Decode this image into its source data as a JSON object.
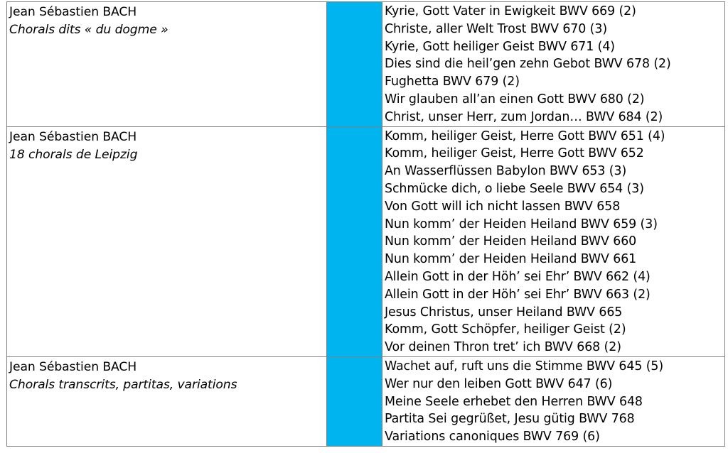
{
  "colors": {
    "accent_column": "#00b4f0",
    "border": "#7f7f7f",
    "text": "#000000"
  },
  "rows": [
    {
      "composer": "Jean Sébastien BACH",
      "collection": "Chorals dits « du dogme »",
      "works": [
        "Kyrie, Gott Vater in Ewigkeit BWV 669 (2)",
        "Christe, aller Welt Trost BWV 670 (3)",
        "Kyrie, Gott heiliger Geist BWV 671 (4)",
        "Dies sind die heil’gen zehn Gebot BWV 678 (2)",
        "Fughetta BWV 679 (2)",
        "Wir glauben all’an einen Gott BWV 680 (2)",
        "Christ, unser Herr, zum Jordan… BWV 684 (2)"
      ]
    },
    {
      "composer": "Jean Sébastien BACH",
      "collection": "18 chorals de Leipzig",
      "works": [
        "Komm, heiliger Geist, Herre Gott BWV 651 (4)",
        "Komm, heiliger Geist, Herre Gott BWV 652",
        "An Wasserflüssen Babylon BWV 653 (3)",
        "Schmücke dich, o liebe Seele BWV 654 (3)",
        "Von Gott will ich nicht lassen BWV 658",
        "Nun komm’ der Heiden Heiland BWV 659 (3)",
        "Nun komm’ der Heiden Heiland BWV 660",
        "Nun komm’ der Heiden Heiland BWV 661",
        "Allein Gott in der Höh’ sei Ehr’ BWV 662 (4)",
        "Allein Gott in der Höh’ sei Ehr’ BWV 663 (2)",
        "Jesus Christus, unser Heiland BWV 665",
        "Komm, Gott Schöpfer, heiliger Geist (2)",
        "Vor deinen Thron tret’ ich BWV 668 (2)"
      ]
    },
    {
      "composer": "Jean Sébastien BACH",
      "collection": "Chorals transcrits, partitas, variations",
      "works": [
        "Wachet auf, ruft uns die Stimme BWV 645 (5)",
        "Wer nur den leiben Gott BWV 647 (6)",
        "Meine Seele erhebet den Herren BWV 648",
        "Partita Sei gegrüßet, Jesu gütig BWV 768",
        "Variations canoniques BWV 769 (6)"
      ]
    }
  ]
}
